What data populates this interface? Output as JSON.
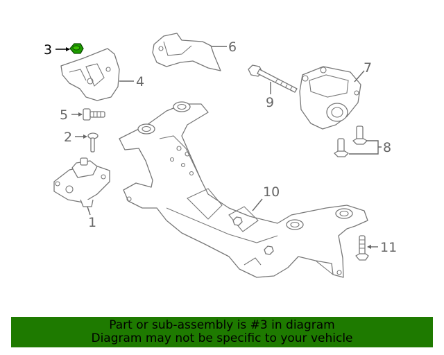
{
  "callouts": {
    "c1": "1",
    "c2": "2",
    "c3": "3",
    "c4": "4",
    "c5": "5",
    "c6": "6",
    "c7": "7",
    "c8": "8",
    "c9": "9",
    "c10": "10",
    "c11": "11"
  },
  "highlight_color": "#1e7a00",
  "banner": {
    "line1": "Part or sub-assembly is #3 in diagram",
    "line2": "Diagram may not be specific to your vehicle"
  }
}
